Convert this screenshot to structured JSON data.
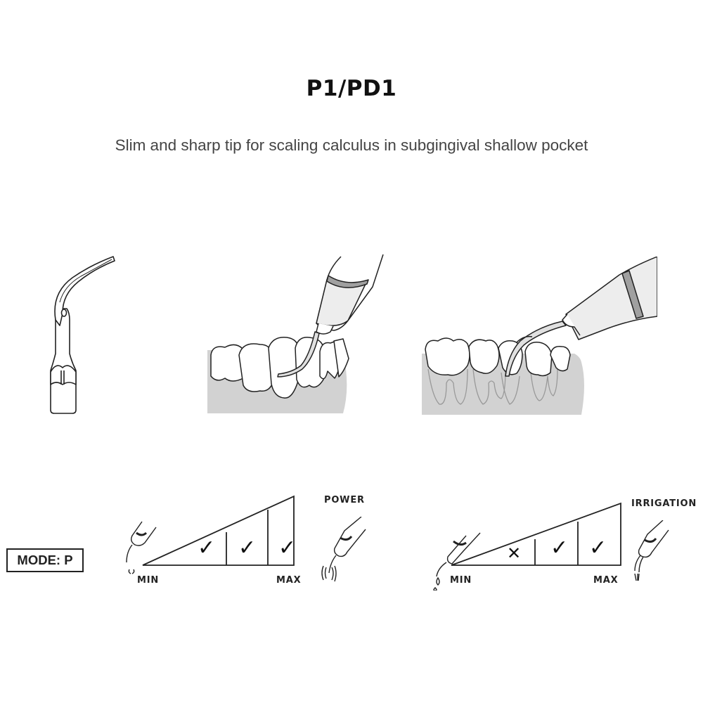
{
  "header": {
    "title": "P1/PD1",
    "subtitle": "Slim and sharp tip for scaling calculus in subgingival shallow pocket"
  },
  "illustrations": [
    {
      "name": "scaler-tip",
      "icon": "scaler-tip-icon"
    },
    {
      "name": "scaling-front-view",
      "icon": "teeth-scaling-icon"
    },
    {
      "name": "scaling-side-view-roots",
      "icon": "teeth-roots-scaling-icon"
    }
  ],
  "mode": {
    "label": "MODE: P"
  },
  "power_scale": {
    "title": "POWER",
    "min_label": "MIN",
    "max_label": "MAX",
    "levels": [
      {
        "level": 1,
        "status": "check",
        "symbol": "✓"
      },
      {
        "level": 2,
        "status": "check",
        "symbol": "✓"
      },
      {
        "level": 3,
        "status": "check",
        "symbol": "✓"
      }
    ],
    "min_icon": "handpiece-low-icon",
    "max_icon": "handpiece-vibration-icon"
  },
  "irrigation_scale": {
    "title": "IRRIGATION",
    "min_label": "MIN",
    "max_label": "MAX",
    "levels": [
      {
        "level": 1,
        "status": "cross",
        "symbol": "✕"
      },
      {
        "level": 2,
        "status": "check",
        "symbol": "✓"
      },
      {
        "level": 3,
        "status": "check",
        "symbol": "✓"
      }
    ],
    "min_icon": "handpiece-drip-icon",
    "max_icon": "handpiece-spray-icon"
  },
  "colors": {
    "background": "#ffffff",
    "ink": "#222222",
    "gum_gray": "#d2d2d2",
    "handle_gray": "#e8e8e8",
    "ring_gray": "#a0a0a0",
    "subtitle_gray": "#444444"
  }
}
